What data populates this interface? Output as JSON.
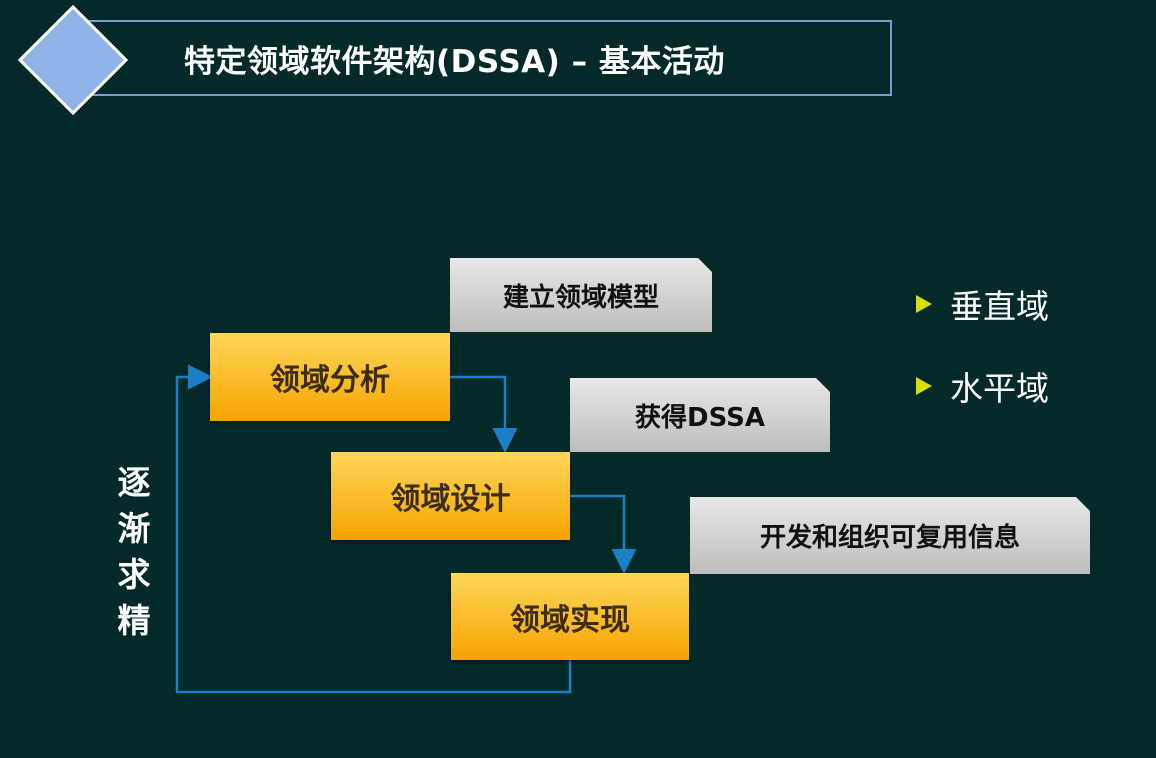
{
  "title": "特定领域软件架构(DSSA) – 基本活动",
  "steps": [
    {
      "label": "领域分析",
      "output": "建立领域模型"
    },
    {
      "label": "领域设计",
      "output": "获得DSSA"
    },
    {
      "label": "领域实现",
      "output": "开发和组织可复用信息"
    }
  ],
  "loop_label": [
    "逐",
    "渐",
    "求",
    "精"
  ],
  "domain_types": [
    "垂直域",
    "水平域"
  ],
  "colors": {
    "background": "#032a28",
    "step_box": "#f5a400",
    "output_box": "#cfcfcf",
    "connector": "#1a7fc4",
    "bullet": "#d8e000"
  }
}
